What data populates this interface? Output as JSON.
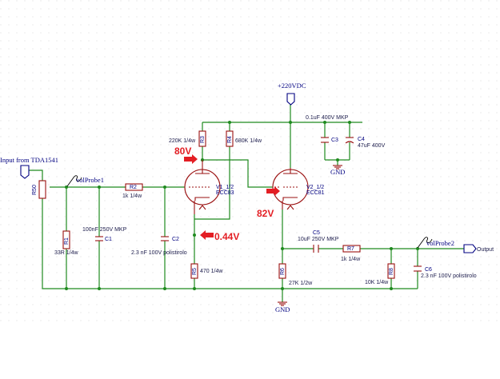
{
  "ports": {
    "input": "Input from TDA1541",
    "supply": "+220VDC",
    "output": "Output"
  },
  "probes": {
    "probe1": "volProbe1",
    "probe2": "volProbe2"
  },
  "resistors": [
    {
      "ref": "R50",
      "value": ""
    },
    {
      "ref": "R1",
      "value": "33R 1/4w"
    },
    {
      "ref": "R2",
      "value": "1k 1/4w"
    },
    {
      "ref": "R3",
      "value": "220K 1/4w"
    },
    {
      "ref": "R4",
      "value": "680K 1/4w"
    },
    {
      "ref": "R5",
      "value": "470 1/4w"
    },
    {
      "ref": "R6",
      "value": "27K 1/2w"
    },
    {
      "ref": "R7",
      "value": "1k 1/4w"
    },
    {
      "ref": "R8",
      "value": "10K 1/4w"
    }
  ],
  "capacitors": [
    {
      "ref": "C1",
      "value": "100nF 250V MKP"
    },
    {
      "ref": "C2",
      "value": "2.3 nF 100V polistirolo"
    },
    {
      "ref": "C3",
      "value": "0.1uF 400V MKP"
    },
    {
      "ref": "C4",
      "value": "47uF 400V"
    },
    {
      "ref": "C5",
      "value": "10uF 250V MKP"
    },
    {
      "ref": "C6",
      "value": "2.3 nF 100V polistirolo"
    }
  ],
  "tubes": [
    {
      "ref": "V1_1/2",
      "type": "ECC83"
    },
    {
      "ref": "V2_1/2",
      "type": "ECC81"
    }
  ],
  "ground_labels": [
    "GND",
    "GND"
  ],
  "voltages": {
    "v1_plate": "80V",
    "v1_cathode": "0.44V",
    "v2_plate": "82V"
  },
  "colors": {
    "wire": "#1f8a1f",
    "component": "#9a1010",
    "label": "#000080",
    "voltage": "#e31e24"
  }
}
